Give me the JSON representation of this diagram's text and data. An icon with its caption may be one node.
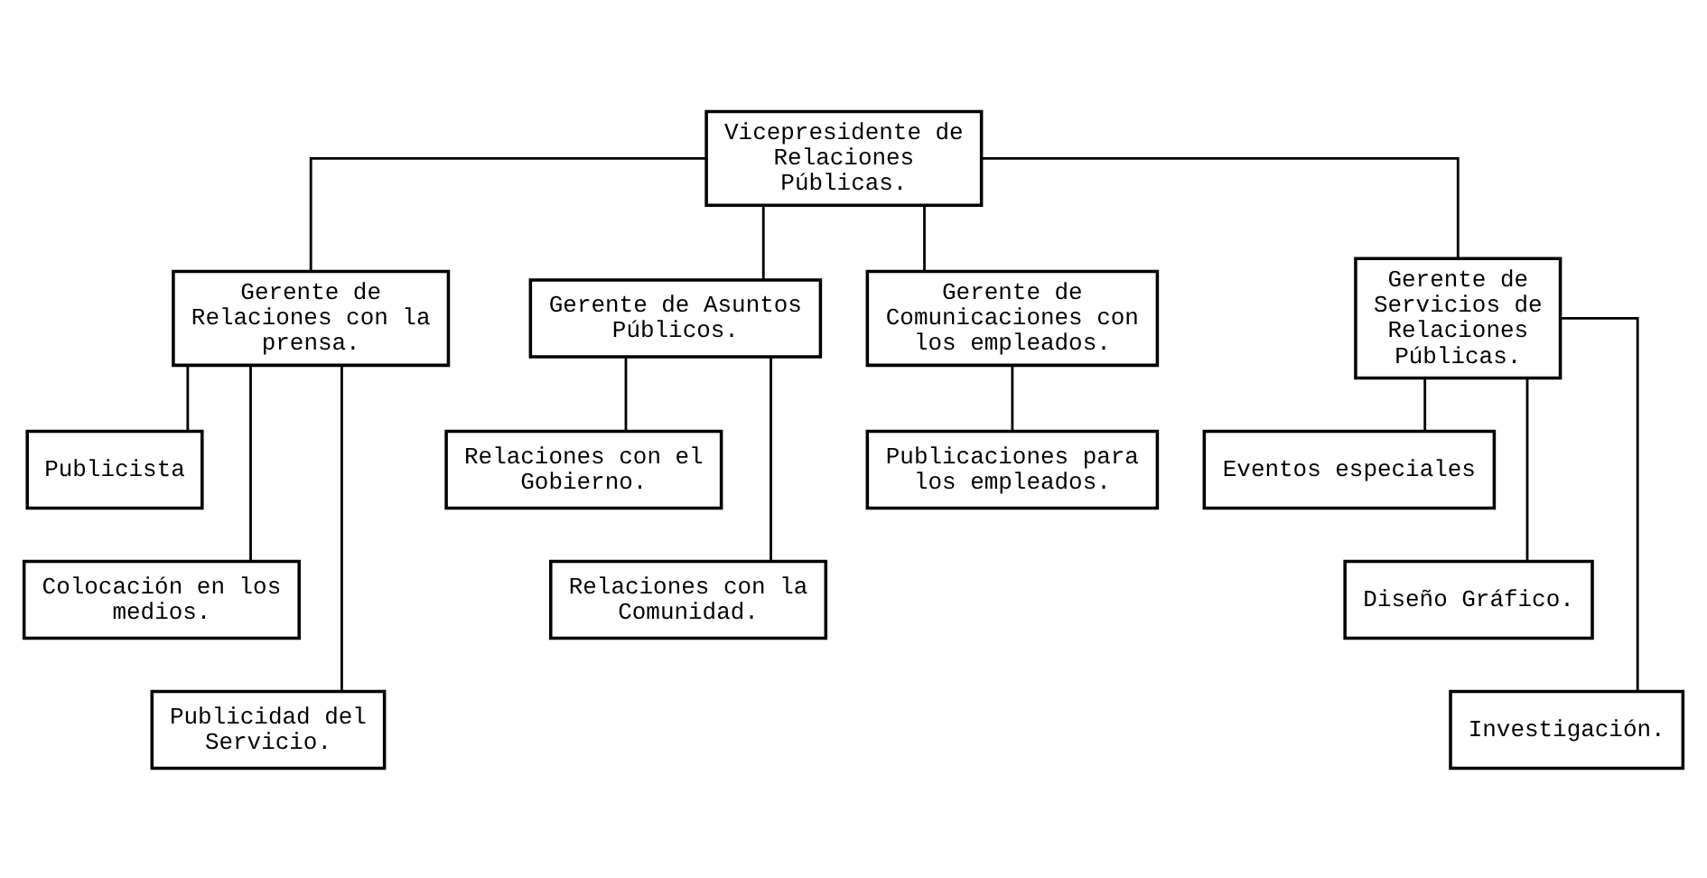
{
  "diagram": {
    "nodes": [
      {
        "text": [
          "Vicepresidente de Relaciones Públicas."
        ]
      },
      {
        "text": [
          "Gerente de Relaciones con la prensa."
        ]
      },
      {
        "text": [
          "Gerente de Asuntos Públicos."
        ]
      },
      {
        "text": [
          "Gerente de Comunicaciones con los empleados."
        ]
      },
      {
        "text": [
          "Gerente de Servicios de Relaciones Públicas."
        ]
      },
      {
        "text": [
          "Publicista"
        ]
      },
      {
        "text": [
          "Colocación en los medios."
        ]
      },
      {
        "text": [
          "Publicidad del Servicio."
        ]
      },
      {
        "text": [
          "Relaciones con el Gobierno."
        ]
      },
      {
        "text": [
          "Relaciones con la Comunidad."
        ]
      },
      {
        "text": [
          "Publicaciones para los empleados."
        ]
      },
      {
        "text": [
          "Eventos especiales"
        ]
      },
      {
        "text": [
          "Diseño Gráfico."
        ]
      },
      {
        "text": [
          "Investigación."
        ]
      }
    ],
    "edges": [
      {
        "from": 0,
        "to": 1,
        "arrow": "none"
      },
      {
        "from": 0,
        "to": 2,
        "arrow": "none"
      },
      {
        "from": 0,
        "to": 3,
        "arrow": "none"
      },
      {
        "from": 0,
        "to": 4,
        "arrow": "none"
      },
      {
        "from": 1,
        "to": 5,
        "arrow": "none"
      },
      {
        "from": 1,
        "to": 6,
        "arrow": "none"
      },
      {
        "from": 1,
        "to": 7,
        "arrow": "none"
      },
      {
        "from": 2,
        "to": 8,
        "arrow": "none"
      },
      {
        "from": 2,
        "to": 9,
        "arrow": "none"
      },
      {
        "from": 3,
        "to": 10,
        "arrow": "none"
      },
      {
        "from": 4,
        "to": 11,
        "arrow": "none"
      },
      {
        "from": 4,
        "to": 12,
        "arrow": "none"
      },
      {
        "from": 4,
        "to": 13,
        "arrow": "none"
      }
    ]
  }
}
